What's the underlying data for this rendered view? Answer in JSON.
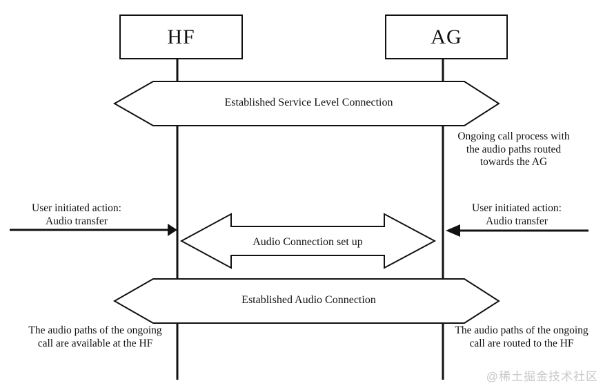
{
  "colors": {
    "line": "#111111",
    "background": "#ffffff",
    "watermark": "#c8c8c8"
  },
  "actors": {
    "hf": {
      "label": "HF"
    },
    "ag": {
      "label": "AG"
    }
  },
  "banners": {
    "service_level": {
      "label": "Established Service Level Connection"
    },
    "audio": {
      "label": "Established Audio Connection"
    }
  },
  "messages": {
    "audio_setup": {
      "label": "Audio Connection set up"
    }
  },
  "annotations": {
    "ongoing_call": "Ongoing call process with\nthe audio paths routed\ntowards the AG",
    "left_action": "User initiated action:\nAudio transfer",
    "right_action": "User initiated action:\nAudio transfer",
    "bottom_left": "The audio paths of the ongoing\ncall are available at the HF",
    "bottom_right": "The audio paths of the ongoing\ncall are routed to the HF"
  },
  "watermark": "@稀土掘金技术社区"
}
